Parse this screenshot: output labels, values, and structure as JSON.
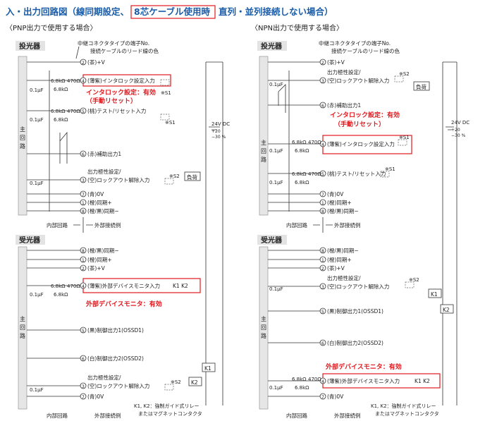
{
  "title_prefix": "入・出力回路図（線同期設定、",
  "title_highlight": "8芯ケーブル使用時",
  "title_suffix": "直列・並列接続しない場合）",
  "colors": {
    "title_blue": "#1a5ca8",
    "highlight_red": "#e0191e"
  },
  "pnp": {
    "heading": "〈PNP出力で使用する場合〉",
    "emitter_label": "投光器",
    "receiver_label": "受光器",
    "main_circuit": "主\n回\n路",
    "terminal_note_1": "中継コネクタタイプの端子No.",
    "terminal_note_2": "接続ケーブルのリード線の色",
    "em_rows": [
      {
        "num": "2",
        "text": "(茶)+V"
      },
      {
        "num": "4",
        "text": "(薄紫)インタロック設定入力"
      },
      {
        "num": "5",
        "text": "(桃)テスト/リセット入力"
      },
      {
        "num": "6",
        "text": "(赤)補助出力1"
      },
      {
        "num": "3",
        "text": "出力極性設定/"
      },
      {
        "num": "",
        "text": "(空)ロックアウト解除入力"
      },
      {
        "num": "7",
        "text": "(青)0V"
      },
      {
        "num": "1",
        "text": "(橙)同期+"
      },
      {
        "num": "8",
        "text": "(橙/黒)同期−"
      }
    ],
    "rx_rows": [
      {
        "num": "8",
        "text": "(橙/黒)同期−"
      },
      {
        "num": "1",
        "text": "(橙)同期+"
      },
      {
        "num": "2",
        "text": "(茶)+V"
      },
      {
        "num": "4",
        "text": "(薄紫)外部デバイスモニタ入力"
      },
      {
        "num": "5",
        "text": "(黒)制御出力1(OSSD1)"
      },
      {
        "num": "6",
        "text": "(白)制御出力2(OSSD2)"
      },
      {
        "num": "3",
        "text": "出力極性設定/"
      },
      {
        "num": "",
        "text": "(空)ロックアウト解除入力"
      },
      {
        "num": "7",
        "text": "(青)0V"
      }
    ],
    "interlock_note_1": "インタロック設定：有効",
    "interlock_note_2": "（手動リセット）",
    "edm_note": "外部デバイスモニタ：有効",
    "internal": "内部回路",
    "external": "外部接続例",
    "load": "負荷",
    "res1": "6.8kΩ",
    "res2": "470Ω",
    "res3": "6.8kΩ",
    "cap": "0.1μF",
    "s1": "※S1",
    "s2": "※S2",
    "k1": "K1",
    "k2": "K2",
    "k1k2": "K1 K2",
    "supply": "24V DC",
    "supply_tol_1": "+20",
    "supply_tol_2": "−30 %",
    "relay_note_1": "K1, K2：強制ガイド式リレー",
    "relay_note_2": "またはマグネットコンタクタ"
  },
  "npn": {
    "heading": "〈NPN出力で使用する場合〉",
    "emitter_label": "投光器",
    "receiver_label": "受光器",
    "main_circuit": "主\n回\n路",
    "terminal_note_1": "中継コネクタタイプの端子No.",
    "terminal_note_2": "接続ケーブルのリード線の色",
    "em_rows": [
      {
        "num": "2",
        "text": "(茶)+V"
      },
      {
        "num": "3",
        "text": "出力極性設定/"
      },
      {
        "num": "",
        "text": "(空)ロックアウト解除入力"
      },
      {
        "num": "6",
        "text": "(赤)補助出力1"
      },
      {
        "num": "4",
        "text": "(薄紫)インタロック設定入力"
      },
      {
        "num": "5",
        "text": "(桃)テスト/リセット入力"
      },
      {
        "num": "7",
        "text": "(青)0V"
      },
      {
        "num": "1",
        "text": "(橙)同期+"
      },
      {
        "num": "8",
        "text": "(橙/黒)同期−"
      }
    ],
    "rx_rows": [
      {
        "num": "8",
        "text": "(橙/黒)同期−"
      },
      {
        "num": "1",
        "text": "(橙)同期+"
      },
      {
        "num": "2",
        "text": "(茶)+V"
      },
      {
        "num": "3",
        "text": "出力極性設定/"
      },
      {
        "num": "",
        "text": "(空)ロックアウト解除入力"
      },
      {
        "num": "5",
        "text": "(黒)制御出力1(OSSD1)"
      },
      {
        "num": "6",
        "text": "(白)制御出力2(OSSD2)"
      },
      {
        "num": "4",
        "text": "(薄紫)外部デバイスモニタ入力"
      },
      {
        "num": "7",
        "text": "(青)0V"
      }
    ],
    "interlock_note_1": "インタロック設定：有効",
    "interlock_note_2": "（手動リセット）",
    "edm_note": "外部デバイスモニタ：有効",
    "internal": "内部回路",
    "external": "外部接続例",
    "load": "負荷",
    "res1": "6.8kΩ",
    "res2": "470Ω",
    "res3": "6.8kΩ",
    "cap": "0.1μF",
    "s1": "※S1",
    "s2": "※S2",
    "k1": "K1",
    "k2": "K2",
    "k1k2": "K1 K2",
    "supply": "24V DC",
    "supply_tol_1": "+20",
    "supply_tol_2": "−30 %",
    "relay_note_1": "K1, K2：強制ガイド式リレー",
    "relay_note_2": "またはマグネットコンタクタ"
  }
}
